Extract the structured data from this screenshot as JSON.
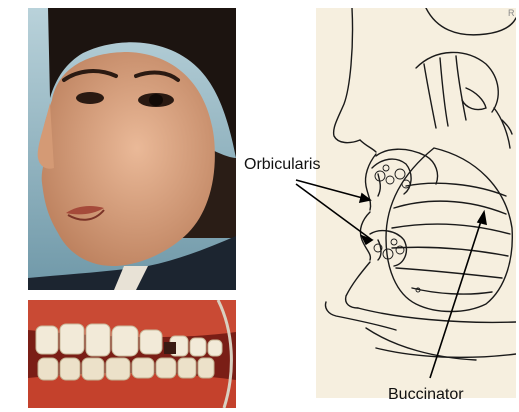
{
  "labels": {
    "orbicularis": "Orbicularis",
    "buccinator": "Buccinator",
    "corner_mark": "R"
  },
  "colors": {
    "skin": "#d9a27e",
    "hair": "#1c1410",
    "photo_bg": "#7fa7b6",
    "jacket": "#1c2530",
    "gum": "#c43a2a",
    "tooth": "#f2ead8",
    "drawing_bg": "#f6efdf",
    "ink": "#1a1a1a"
  }
}
